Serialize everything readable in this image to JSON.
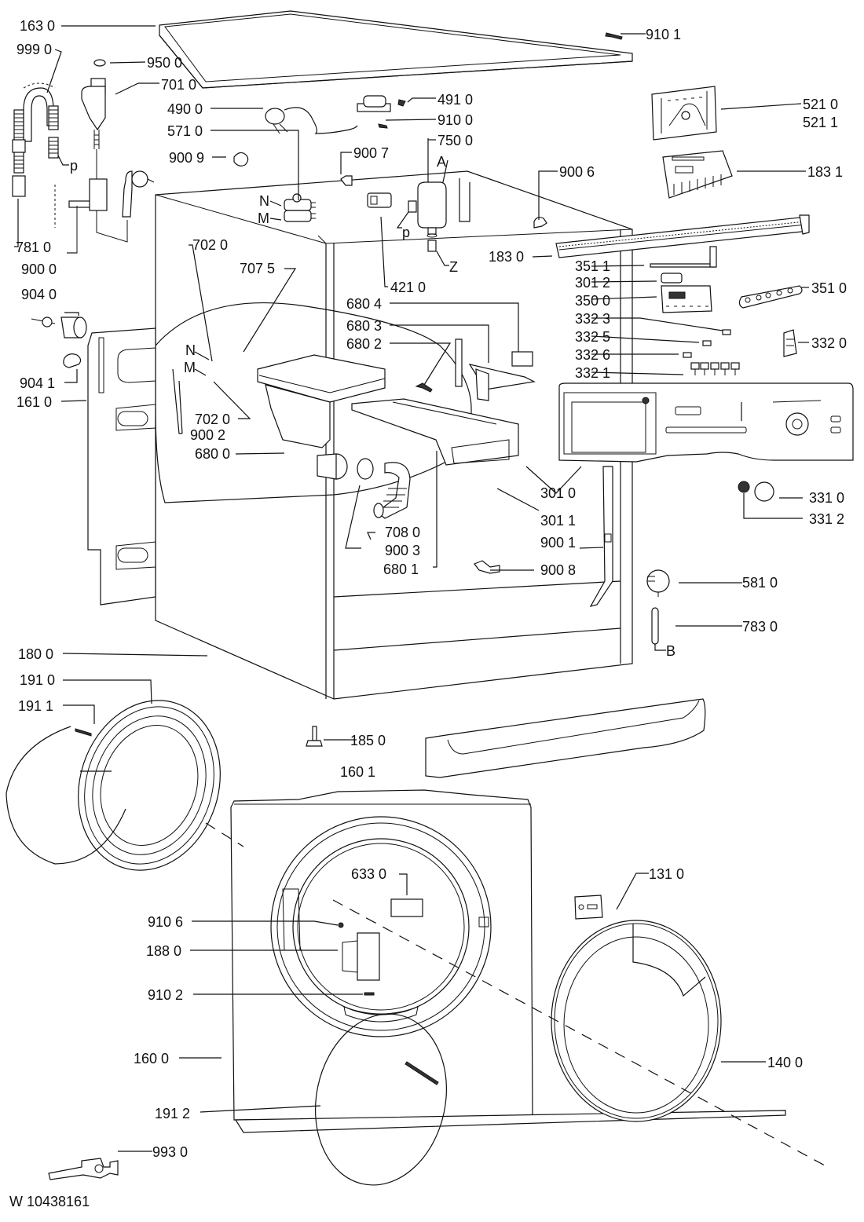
{
  "document": {
    "title": "Washing machine exploded parts diagram",
    "doc_code": "W 10438161"
  },
  "callouts": [
    {
      "id": "163-0",
      "label": "163 0",
      "anchor": "end"
    },
    {
      "id": "999-0",
      "label": "999 0",
      "anchor": "end"
    },
    {
      "id": "950-0",
      "label": "950 0",
      "anchor": "start"
    },
    {
      "id": "701-0",
      "label": "701 0",
      "anchor": "start"
    },
    {
      "id": "490-0",
      "label": "490 0",
      "anchor": "end"
    },
    {
      "id": "571-0",
      "label": "571 0",
      "anchor": "end"
    },
    {
      "id": "900-9",
      "label": "900 9",
      "anchor": "end"
    },
    {
      "id": "491-0",
      "label": "491 0",
      "anchor": "start"
    },
    {
      "id": "910-0",
      "label": "910 0",
      "anchor": "start"
    },
    {
      "id": "750-0",
      "label": "750 0",
      "anchor": "start"
    },
    {
      "id": "900-7",
      "label": "900 7",
      "anchor": "start"
    },
    {
      "id": "910-1",
      "label": "910 1",
      "anchor": "start"
    },
    {
      "id": "521-0",
      "label": "521 0",
      "anchor": "start"
    },
    {
      "id": "521-1",
      "label": "521 1",
      "anchor": "start"
    },
    {
      "id": "183-1",
      "label": "183 1",
      "anchor": "start"
    },
    {
      "id": "900-6",
      "label": "900 6",
      "anchor": "start"
    },
    {
      "id": "781-0",
      "label": "781 0",
      "anchor": "start"
    },
    {
      "id": "900-0",
      "label": "900 0",
      "anchor": "end"
    },
    {
      "id": "702-0a",
      "label": "702 0",
      "anchor": "start"
    },
    {
      "id": "707-5",
      "label": "707 5",
      "anchor": "end"
    },
    {
      "id": "421-0",
      "label": "421 0",
      "anchor": "start"
    },
    {
      "id": "183-0",
      "label": "183 0",
      "anchor": "end"
    },
    {
      "id": "351-1",
      "label": "351 1",
      "anchor": "end"
    },
    {
      "id": "301-2",
      "label": "301 2",
      "anchor": "end"
    },
    {
      "id": "350-0",
      "label": "350 0",
      "anchor": "end"
    },
    {
      "id": "351-0",
      "label": "351 0",
      "anchor": "start"
    },
    {
      "id": "332-3",
      "label": "332 3",
      "anchor": "end"
    },
    {
      "id": "332-5",
      "label": "332 5",
      "anchor": "end"
    },
    {
      "id": "332-6",
      "label": "332 6",
      "anchor": "end"
    },
    {
      "id": "332-1",
      "label": "332 1",
      "anchor": "end"
    },
    {
      "id": "332-0",
      "label": "332 0",
      "anchor": "start"
    },
    {
      "id": "904-0",
      "label": "904 0",
      "anchor": "end"
    },
    {
      "id": "904-1",
      "label": "904 1",
      "anchor": "end"
    },
    {
      "id": "161-0",
      "label": "161 0",
      "anchor": "end"
    },
    {
      "id": "680-4",
      "label": "680 4",
      "anchor": "end"
    },
    {
      "id": "680-3",
      "label": "680 3",
      "anchor": "end"
    },
    {
      "id": "680-2",
      "label": "680 2",
      "anchor": "end"
    },
    {
      "id": "702-0b",
      "label": "702 0",
      "anchor": "end"
    },
    {
      "id": "900-2",
      "label": "900 2",
      "anchor": "start"
    },
    {
      "id": "680-0",
      "label": "680 0",
      "anchor": "end"
    },
    {
      "id": "301-0",
      "label": "301 0",
      "anchor": "start"
    },
    {
      "id": "301-1",
      "label": "301 1",
      "anchor": "start"
    },
    {
      "id": "900-1",
      "label": "900 1",
      "anchor": "start"
    },
    {
      "id": "708-0",
      "label": "708 0",
      "anchor": "start"
    },
    {
      "id": "900-3",
      "label": "900 3",
      "anchor": "start"
    },
    {
      "id": "680-1",
      "label": "680 1",
      "anchor": "start"
    },
    {
      "id": "900-8",
      "label": "900 8",
      "anchor": "start"
    },
    {
      "id": "331-0",
      "label": "331 0",
      "anchor": "start"
    },
    {
      "id": "331-2",
      "label": "331 2",
      "anchor": "start"
    },
    {
      "id": "581-0",
      "label": "581 0",
      "anchor": "start"
    },
    {
      "id": "783-0",
      "label": "783 0",
      "anchor": "start"
    },
    {
      "id": "180-0",
      "label": "180 0",
      "anchor": "end"
    },
    {
      "id": "191-0",
      "label": "191 0",
      "anchor": "end"
    },
    {
      "id": "191-1",
      "label": "191 1",
      "anchor": "end"
    },
    {
      "id": "185-0",
      "label": "185 0",
      "anchor": "start"
    },
    {
      "id": "160-1",
      "label": "160 1",
      "anchor": "end"
    },
    {
      "id": "633-0",
      "label": "633 0",
      "anchor": "end"
    },
    {
      "id": "131-0",
      "label": "131 0",
      "anchor": "start"
    },
    {
      "id": "910-6",
      "label": "910 6",
      "anchor": "end"
    },
    {
      "id": "188-0",
      "label": "188 0",
      "anchor": "end"
    },
    {
      "id": "910-2",
      "label": "910 2",
      "anchor": "end"
    },
    {
      "id": "160-0",
      "label": "160 0",
      "anchor": "end"
    },
    {
      "id": "140-0",
      "label": "140 0",
      "anchor": "start"
    },
    {
      "id": "191-2",
      "label": "191 2",
      "anchor": "end"
    },
    {
      "id": "993-0",
      "label": "993 0",
      "anchor": "start"
    }
  ],
  "markers": [
    {
      "id": "p-hose",
      "label": "p"
    },
    {
      "id": "N-valve",
      "label": "N"
    },
    {
      "id": "M-valve",
      "label": "M"
    },
    {
      "id": "A-pump",
      "label": "A"
    },
    {
      "id": "p-pump",
      "label": "p"
    },
    {
      "id": "Z-pump",
      "label": "Z"
    },
    {
      "id": "N-hose",
      "label": "N"
    },
    {
      "id": "M-hose",
      "label": "M"
    },
    {
      "id": "B-tube",
      "label": "B"
    }
  ]
}
